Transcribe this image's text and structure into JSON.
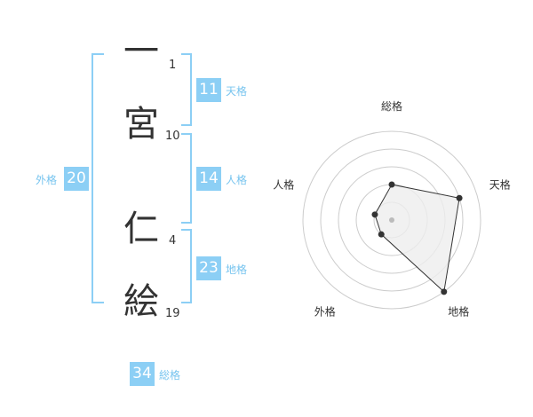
{
  "name_chars": [
    {
      "char": "一",
      "strokes": "1"
    },
    {
      "char": "宮",
      "strokes": "10"
    },
    {
      "char": "仁",
      "strokes": "4"
    },
    {
      "char": "絵",
      "strokes": "19"
    }
  ],
  "kaku": {
    "tenkaku": {
      "value": "11",
      "label": "天格"
    },
    "jinkaku": {
      "value": "14",
      "label": "人格"
    },
    "chikaku": {
      "value": "23",
      "label": "地格"
    },
    "gaikaku": {
      "value": "20",
      "label": "外格"
    },
    "soukaku": {
      "value": "34",
      "label": "総格"
    }
  },
  "colors": {
    "accent": "#8ccff5",
    "accent_text": "#77c4ef",
    "text": "#333333",
    "radar_fill": "#eeeeee",
    "radar_line": "#333333",
    "ring": "#cccccc"
  },
  "chart_data": {
    "type": "radar",
    "axes": [
      "総格",
      "天格",
      "地格",
      "外格",
      "人格"
    ],
    "max": 5,
    "rings": 4,
    "values": [
      2,
      4,
      5,
      1,
      1
    ]
  }
}
